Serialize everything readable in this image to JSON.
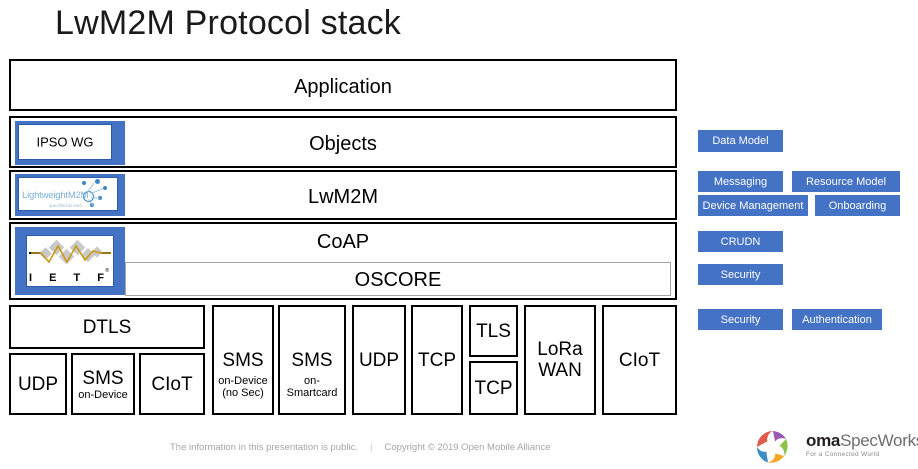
{
  "slide": {
    "title": "LwM2M Protocol stack"
  },
  "stack": {
    "layers": [
      {
        "id": "application",
        "label": "Application",
        "logo": null
      },
      {
        "id": "objects",
        "label": "Objects",
        "logo": "ipso-wg-logo"
      },
      {
        "id": "lwm2m",
        "label": "LwM2M",
        "logo": "lightweight-m2m-logo"
      },
      {
        "id": "coap",
        "label": "CoAP",
        "logo": "ietf-logo",
        "inner_label": "OSCORE"
      }
    ]
  },
  "logos": {
    "ipso": {
      "text": "IPSO WG"
    },
    "lwm2m": {
      "text": "LightweightM2M",
      "subtext": "specified at oma"
    },
    "ietf": {
      "letters": "I E T F"
    }
  },
  "transport": {
    "dtls_label": "DTLS",
    "boxes": [
      {
        "id": "dtls-udp",
        "line1": "UDP",
        "line2": ""
      },
      {
        "id": "dtls-sms-ondevice",
        "line1": "SMS",
        "line2": "on-Device"
      },
      {
        "id": "dtls-ciot",
        "line1": "CIoT",
        "line2": ""
      },
      {
        "id": "sms-ondevice-nosec",
        "line1": "SMS",
        "line2": "on-Device\n(no Sec)"
      },
      {
        "id": "sms-onsmartcard",
        "line1": "SMS",
        "line2": "on-\nSmartcard"
      },
      {
        "id": "udp",
        "line1": "UDP",
        "line2": ""
      },
      {
        "id": "tcp",
        "line1": "TCP",
        "line2": ""
      },
      {
        "id": "tls",
        "line1": "TLS",
        "line2": ""
      },
      {
        "id": "tls-tcp",
        "line1": "TCP",
        "line2": ""
      },
      {
        "id": "lorawan",
        "line1": "LoRa",
        "line2": "WAN"
      },
      {
        "id": "ciot",
        "line1": "CIoT",
        "line2": ""
      }
    ]
  },
  "side_tags": {
    "accent_color": "#4472C4",
    "items": [
      {
        "id": "data-model",
        "label": "Data Model"
      },
      {
        "id": "messaging",
        "label": "Messaging"
      },
      {
        "id": "resource-model",
        "label": "Resource Model"
      },
      {
        "id": "device-management",
        "label": "Device Management"
      },
      {
        "id": "onboarding",
        "label": "Onboarding"
      },
      {
        "id": "crudn",
        "label": "CRUDN"
      },
      {
        "id": "security-coap",
        "label": "Security"
      },
      {
        "id": "security-transport",
        "label": "Security"
      },
      {
        "id": "authentication",
        "label": "Authentication"
      }
    ]
  },
  "footer": {
    "public_notice": "The information in this presentation is public.",
    "separator": "|",
    "copyright": "Copyright © 2019  Open Mobile Alliance"
  },
  "brand": {
    "name_bold": "oma",
    "name_light": "SpecWorks",
    "tagline": "For a Connected World"
  }
}
